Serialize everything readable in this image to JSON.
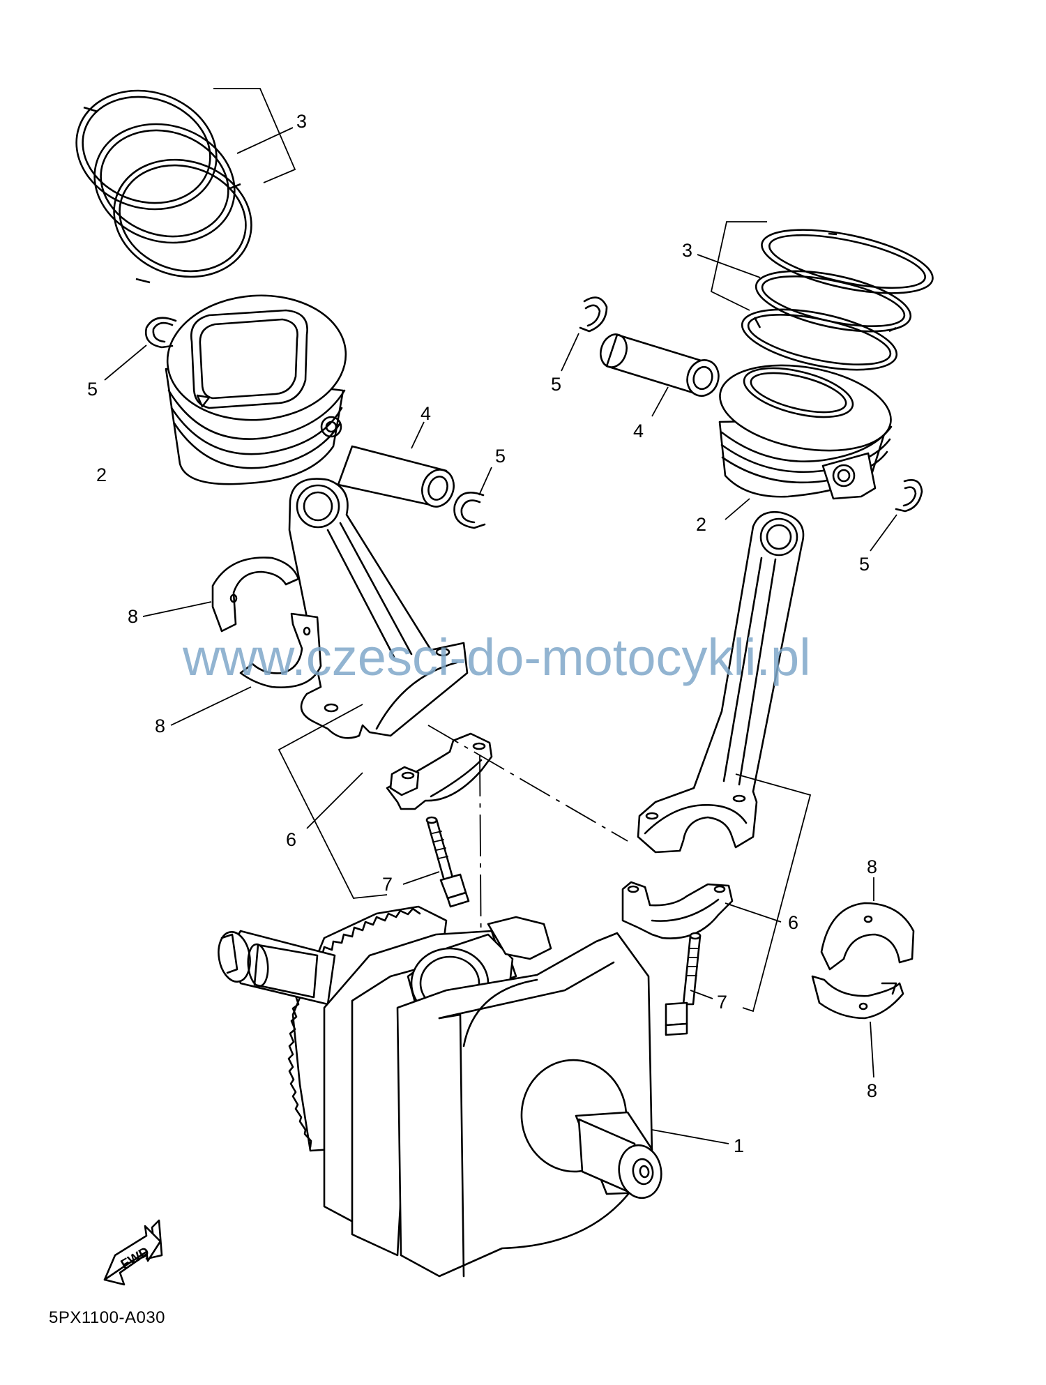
{
  "diagram": {
    "code": "5PX1100-A030",
    "watermark": "www.czesci-do-motocykli.pl",
    "fwd_label": "FWD",
    "callouts": {
      "c1": "1",
      "c2a": "2",
      "c2b": "2",
      "c3a": "3",
      "c3b": "3",
      "c4a": "4",
      "c4b": "4",
      "c5a": "5",
      "c5b": "5",
      "c5c": "5",
      "c5d": "5",
      "c6a": "6",
      "c6b": "6",
      "c7a": "7",
      "c7b": "7",
      "c8a": "8",
      "c8b": "8",
      "c8c": "8",
      "c8d": "8"
    }
  }
}
